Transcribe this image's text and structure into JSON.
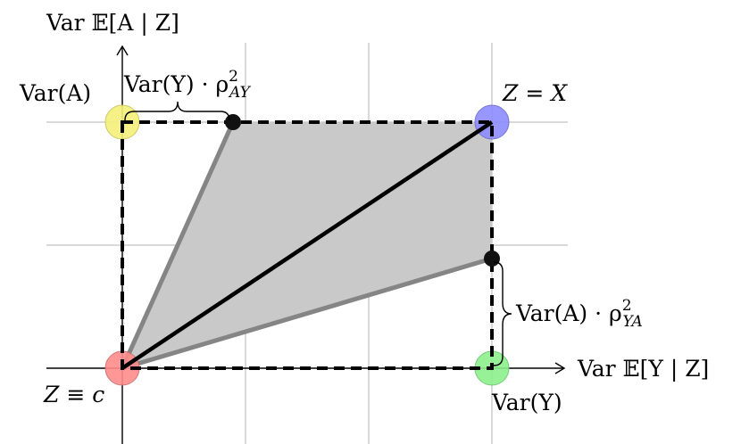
{
  "axes": {
    "y_label": "Var 𝔼[A | Z]",
    "x_label": "Var 𝔼[Y | Z]"
  },
  "corners": {
    "top_left": {
      "label": "Var(A)",
      "color": "#f5f07a"
    },
    "top_right": {
      "label": "Z = X",
      "color": "#8c8cff"
    },
    "bottom_left": {
      "label": "Z ≡ c",
      "color": "#ff8c8c"
    },
    "bottom_right": {
      "label": "Var(Y)",
      "color": "#8cf08c"
    }
  },
  "braces": {
    "top": {
      "text": "Var(Y) · ρ",
      "sup": "2",
      "sub": "AY"
    },
    "right": {
      "text": "Var(A) · ρ",
      "sup": "2",
      "sub": "YA"
    }
  },
  "colors": {
    "region_fill": "#c8c8c8",
    "region_edge": "#808080",
    "grid": "#b0b0b0",
    "line": "#000000"
  }
}
